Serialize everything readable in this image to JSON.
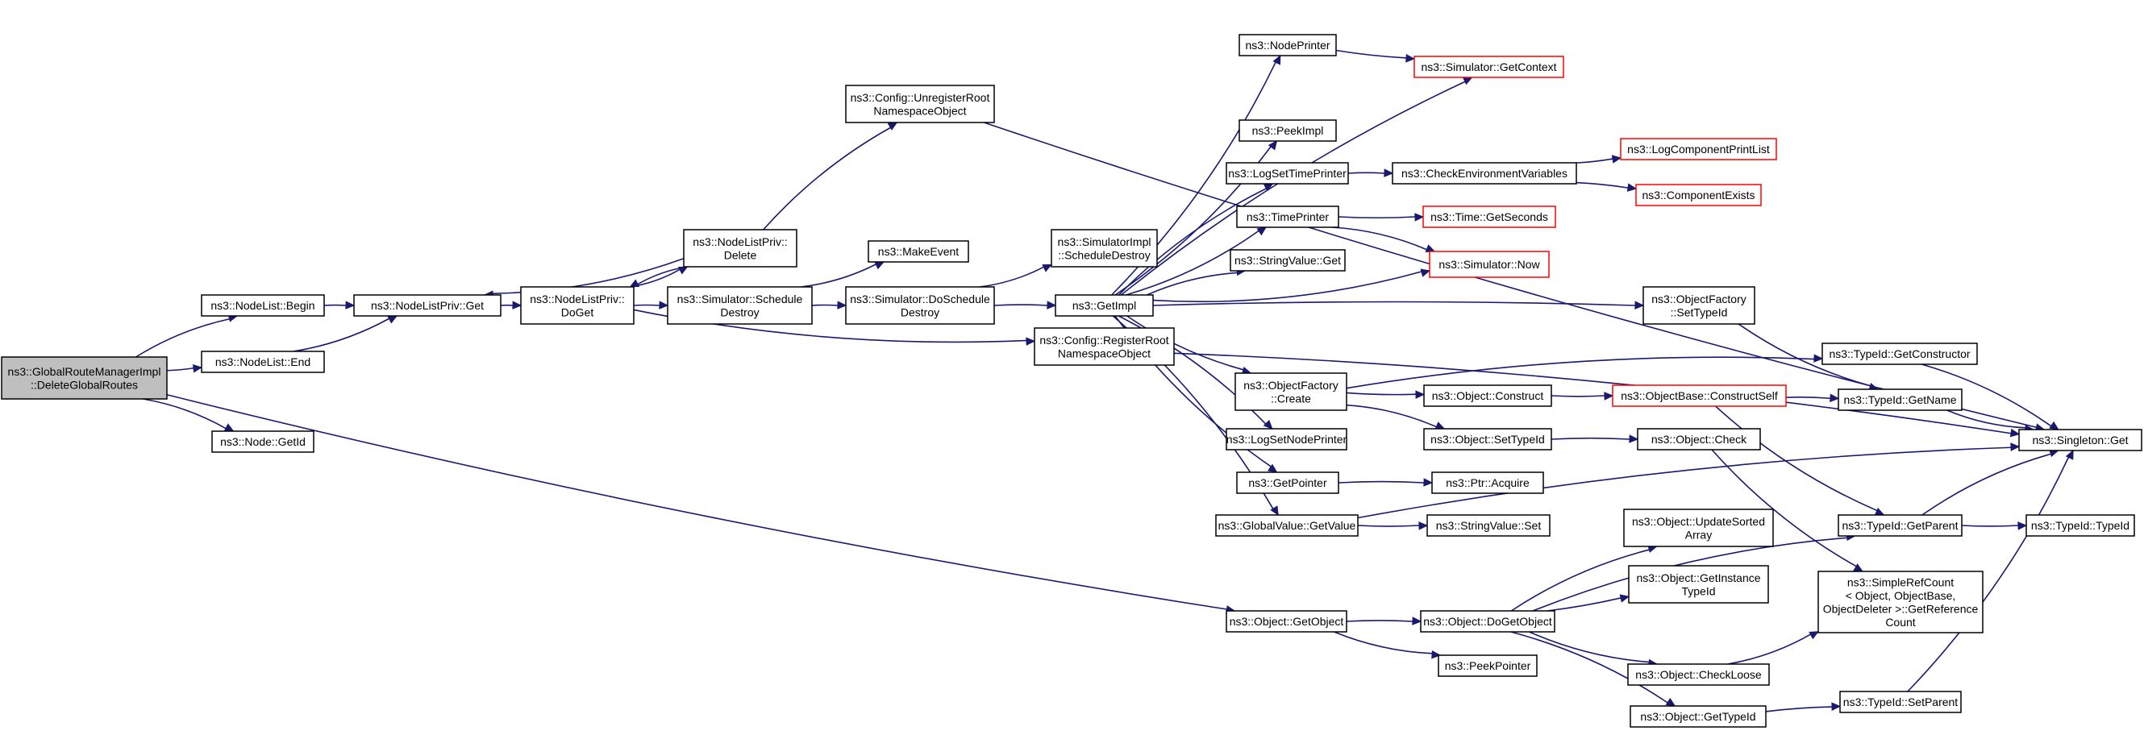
{
  "graph": {
    "title": "",
    "edge_color": "#191970",
    "highlight_fill": "#bfbfbf",
    "external_border": "#ff0000",
    "nodes": [
      {
        "id": "root",
        "lines": [
          "ns3::GlobalRouteManagerImpl",
          "::DeleteGlobalRoutes"
        ],
        "kind": "root"
      },
      {
        "id": "nodelist_begin",
        "lines": [
          "ns3::NodeList::Begin"
        ],
        "kind": "normal"
      },
      {
        "id": "nodelist_end",
        "lines": [
          "ns3::NodeList::End"
        ],
        "kind": "normal"
      },
      {
        "id": "node_getid",
        "lines": [
          "ns3::Node::GetId"
        ],
        "kind": "normal"
      },
      {
        "id": "nlp_get",
        "lines": [
          "ns3::NodeListPriv::Get"
        ],
        "kind": "normal"
      },
      {
        "id": "nlp_doget",
        "lines": [
          "ns3::NodeListPriv::",
          "DoGet"
        ],
        "kind": "normal"
      },
      {
        "id": "nlp_delete",
        "lines": [
          "ns3::NodeListPriv::",
          "Delete"
        ],
        "kind": "normal"
      },
      {
        "id": "sim_schedule_destroy",
        "lines": [
          "ns3::Simulator::Schedule",
          "Destroy"
        ],
        "kind": "normal"
      },
      {
        "id": "make_event",
        "lines": [
          "ns3::MakeEvent"
        ],
        "kind": "normal"
      },
      {
        "id": "sim_doschedule_destroy",
        "lines": [
          "ns3::Simulator::DoSchedule",
          "Destroy"
        ],
        "kind": "normal"
      },
      {
        "id": "cfg_unregister",
        "lines": [
          "ns3::Config::UnregisterRoot",
          "NamespaceObject"
        ],
        "kind": "normal"
      },
      {
        "id": "cfg_register",
        "lines": [
          "ns3::Config::RegisterRoot",
          "NamespaceObject"
        ],
        "kind": "normal"
      },
      {
        "id": "simimpl_schedule_destroy",
        "lines": [
          "ns3::SimulatorImpl",
          "::ScheduleDestroy"
        ],
        "kind": "normal"
      },
      {
        "id": "getimpl",
        "lines": [
          "ns3::GetImpl"
        ],
        "kind": "normal"
      },
      {
        "id": "nodeprinter",
        "lines": [
          "ns3::NodePrinter"
        ],
        "kind": "normal"
      },
      {
        "id": "sim_getcontext",
        "lines": [
          "ns3::Simulator::GetContext"
        ],
        "kind": "external"
      },
      {
        "id": "peekimpl",
        "lines": [
          "ns3::PeekImpl"
        ],
        "kind": "normal"
      },
      {
        "id": "logsettimeprinter",
        "lines": [
          "ns3::LogSetTimePrinter"
        ],
        "kind": "normal"
      },
      {
        "id": "checkenv",
        "lines": [
          "ns3::CheckEnvironmentVariables"
        ],
        "kind": "normal"
      },
      {
        "id": "logcompprintlist",
        "lines": [
          "ns3::LogComponentPrintList"
        ],
        "kind": "external"
      },
      {
        "id": "compexists",
        "lines": [
          "ns3::ComponentExists"
        ],
        "kind": "external"
      },
      {
        "id": "timeprinter",
        "lines": [
          "ns3::TimePrinter"
        ],
        "kind": "normal"
      },
      {
        "id": "time_getseconds",
        "lines": [
          "ns3::Time::GetSeconds"
        ],
        "kind": "external"
      },
      {
        "id": "stringvalue_get",
        "lines": [
          "ns3::StringValue::Get"
        ],
        "kind": "normal"
      },
      {
        "id": "sim_now",
        "lines": [
          "ns3::Simulator::Now"
        ],
        "kind": "external"
      },
      {
        "id": "objfactory_settypeid",
        "lines": [
          "ns3::ObjectFactory",
          "::SetTypeId"
        ],
        "kind": "normal"
      },
      {
        "id": "objfactory_create",
        "lines": [
          "ns3::ObjectFactory",
          "::Create"
        ],
        "kind": "normal"
      },
      {
        "id": "typeid_getconstructor",
        "lines": [
          "ns3::TypeId::GetConstructor"
        ],
        "kind": "normal"
      },
      {
        "id": "object_construct",
        "lines": [
          "ns3::Object::Construct"
        ],
        "kind": "normal"
      },
      {
        "id": "objbase_constructself",
        "lines": [
          "ns3::ObjectBase::ConstructSelf"
        ],
        "kind": "external"
      },
      {
        "id": "typeid_getname",
        "lines": [
          "ns3::TypeId::GetName"
        ],
        "kind": "normal"
      },
      {
        "id": "singleton_get",
        "lines": [
          "ns3::Singleton::Get"
        ],
        "kind": "normal"
      },
      {
        "id": "logsetnodeprinter",
        "lines": [
          "ns3::LogSetNodePrinter"
        ],
        "kind": "normal"
      },
      {
        "id": "object_settypeid",
        "lines": [
          "ns3::Object::SetTypeId"
        ],
        "kind": "normal"
      },
      {
        "id": "object_check",
        "lines": [
          "ns3::Object::Check"
        ],
        "kind": "normal"
      },
      {
        "id": "getpointer",
        "lines": [
          "ns3::GetPointer"
        ],
        "kind": "normal"
      },
      {
        "id": "ptr_acquire",
        "lines": [
          "ns3::Ptr::Acquire"
        ],
        "kind": "normal"
      },
      {
        "id": "globalvalue_getvalue",
        "lines": [
          "ns3::GlobalValue::GetValue"
        ],
        "kind": "normal"
      },
      {
        "id": "stringvalue_set",
        "lines": [
          "ns3::StringValue::Set"
        ],
        "kind": "normal"
      },
      {
        "id": "typeid_getparent",
        "lines": [
          "ns3::TypeId::GetParent"
        ],
        "kind": "normal"
      },
      {
        "id": "typeid_typeid",
        "lines": [
          "ns3::TypeId::TypeId"
        ],
        "kind": "normal"
      },
      {
        "id": "object_updatesorted",
        "lines": [
          "ns3::Object::UpdateSorted",
          "Array"
        ],
        "kind": "normal"
      },
      {
        "id": "object_getinstancetypeid",
        "lines": [
          "ns3::Object::GetInstance",
          "TypeId"
        ],
        "kind": "normal"
      },
      {
        "id": "simplerefcount",
        "lines": [
          "ns3::SimpleRefCount",
          "< Object, ObjectBase,",
          "ObjectDeleter >::GetReference",
          "Count"
        ],
        "kind": "normal"
      },
      {
        "id": "object_getobject",
        "lines": [
          "ns3::Object::GetObject"
        ],
        "kind": "normal"
      },
      {
        "id": "object_dogetobject",
        "lines": [
          "ns3::Object::DoGetObject"
        ],
        "kind": "normal"
      },
      {
        "id": "peekpointer",
        "lines": [
          "ns3::PeekPointer"
        ],
        "kind": "normal"
      },
      {
        "id": "object_checkloose",
        "lines": [
          "ns3::Object::CheckLoose"
        ],
        "kind": "normal"
      },
      {
        "id": "object_gettypeid",
        "lines": [
          "ns3::Object::GetTypeId"
        ],
        "kind": "normal"
      },
      {
        "id": "typeid_setparent",
        "lines": [
          "ns3::TypeId::SetParent"
        ],
        "kind": "normal"
      }
    ],
    "edges": [
      [
        "root",
        "nodelist_begin"
      ],
      [
        "root",
        "nodelist_end"
      ],
      [
        "root",
        "node_getid"
      ],
      [
        "root",
        "object_getobject"
      ],
      [
        "nodelist_begin",
        "nlp_get"
      ],
      [
        "nodelist_end",
        "nlp_get"
      ],
      [
        "nlp_get",
        "nlp_doget"
      ],
      [
        "nlp_doget",
        "nlp_delete"
      ],
      [
        "nlp_doget",
        "sim_schedule_destroy"
      ],
      [
        "nlp_doget",
        "cfg_register"
      ],
      [
        "nlp_delete",
        "nlp_get"
      ],
      [
        "nlp_delete",
        "nlp_doget"
      ],
      [
        "nlp_delete",
        "cfg_unregister"
      ],
      [
        "sim_schedule_destroy",
        "make_event"
      ],
      [
        "sim_schedule_destroy",
        "sim_doschedule_destroy"
      ],
      [
        "sim_doschedule_destroy",
        "simimpl_schedule_destroy"
      ],
      [
        "sim_doschedule_destroy",
        "getimpl"
      ],
      [
        "cfg_unregister",
        "singleton_get"
      ],
      [
        "cfg_register",
        "singleton_get"
      ],
      [
        "getimpl",
        "nodeprinter"
      ],
      [
        "getimpl",
        "sim_getcontext"
      ],
      [
        "getimpl",
        "peekimpl"
      ],
      [
        "getimpl",
        "logsettimeprinter"
      ],
      [
        "getimpl",
        "timeprinter"
      ],
      [
        "getimpl",
        "stringvalue_get"
      ],
      [
        "getimpl",
        "sim_now"
      ],
      [
        "getimpl",
        "objfactory_settypeid"
      ],
      [
        "getimpl",
        "objfactory_create"
      ],
      [
        "getimpl",
        "logsetnodeprinter"
      ],
      [
        "getimpl",
        "getpointer"
      ],
      [
        "getimpl",
        "globalvalue_getvalue"
      ],
      [
        "nodeprinter",
        "sim_getcontext"
      ],
      [
        "logsettimeprinter",
        "checkenv"
      ],
      [
        "checkenv",
        "logcompprintlist"
      ],
      [
        "checkenv",
        "compexists"
      ],
      [
        "timeprinter",
        "time_getseconds"
      ],
      [
        "timeprinter",
        "sim_now"
      ],
      [
        "objfactory_settypeid",
        "typeid_getname"
      ],
      [
        "objfactory_create",
        "typeid_getconstructor"
      ],
      [
        "objfactory_create",
        "object_construct"
      ],
      [
        "objfactory_create",
        "object_settypeid"
      ],
      [
        "object_construct",
        "objbase_constructself"
      ],
      [
        "objbase_constructself",
        "typeid_getname"
      ],
      [
        "objbase_constructself",
        "typeid_getparent"
      ],
      [
        "typeid_getconstructor",
        "singleton_get"
      ],
      [
        "typeid_getname",
        "singleton_get"
      ],
      [
        "object_settypeid",
        "object_check"
      ],
      [
        "object_check",
        "simplerefcount"
      ],
      [
        "getpointer",
        "ptr_acquire"
      ],
      [
        "globalvalue_getvalue",
        "stringvalue_set"
      ],
      [
        "typeid_getparent",
        "singleton_get"
      ],
      [
        "typeid_getparent",
        "typeid_typeid"
      ],
      [
        "object_getobject",
        "object_dogetobject"
      ],
      [
        "object_getobject",
        "peekpointer"
      ],
      [
        "object_dogetobject",
        "object_updatesorted"
      ],
      [
        "object_dogetobject",
        "object_getinstancetypeid"
      ],
      [
        "object_dogetobject",
        "typeid_getparent"
      ],
      [
        "object_dogetobject",
        "object_checkloose"
      ],
      [
        "object_dogetobject",
        "object_gettypeid"
      ],
      [
        "object_checkloose",
        "simplerefcount"
      ],
      [
        "object_gettypeid",
        "typeid_setparent"
      ],
      [
        "typeid_setparent",
        "singleton_get"
      ],
      [
        "globalvalue_getvalue",
        "singleton_get"
      ]
    ]
  }
}
